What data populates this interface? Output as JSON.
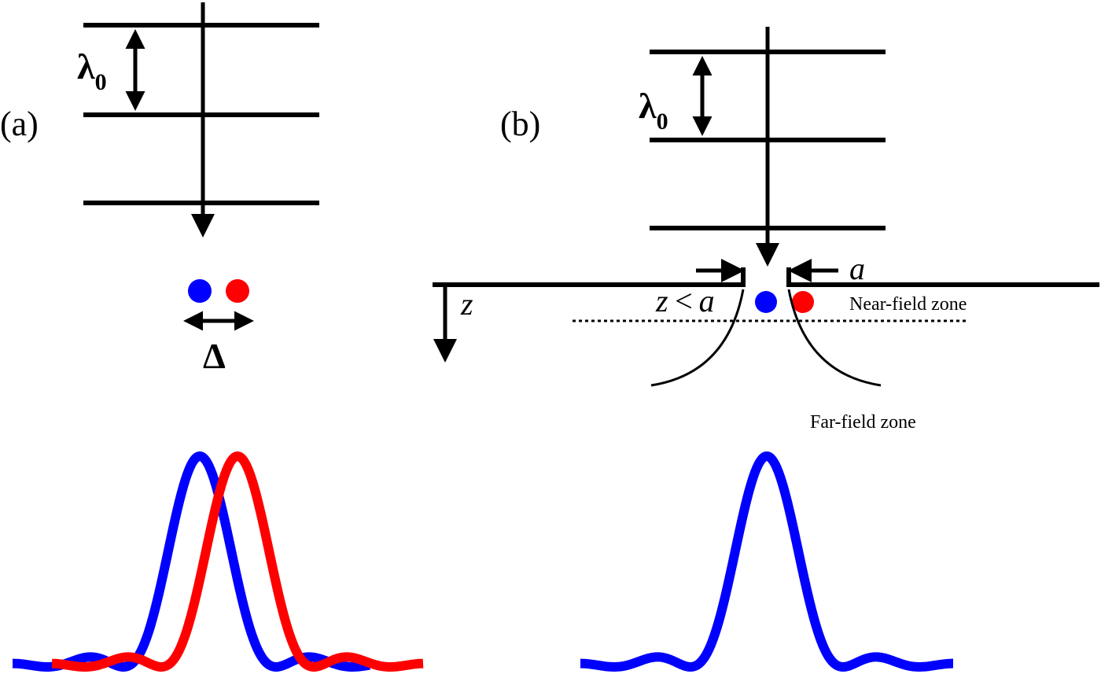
{
  "panel_a": {
    "label": "(a)",
    "wavelength_symbol": "λ",
    "wavelength_subscript": "0",
    "separation_symbol": "Δ"
  },
  "panel_b": {
    "label": "(b)",
    "wavelength_symbol": "λ",
    "wavelength_subscript": "0",
    "aperture_symbol": "a",
    "axis_symbol": "z",
    "condition_z": "z",
    "condition_lt": "<",
    "condition_a": "a",
    "near_field_label": "Near-field zone",
    "far_field_label": "Far-field zone"
  },
  "colors": {
    "line": "#000000",
    "source_1": "#0000ff",
    "source_2": "#ff0000"
  }
}
